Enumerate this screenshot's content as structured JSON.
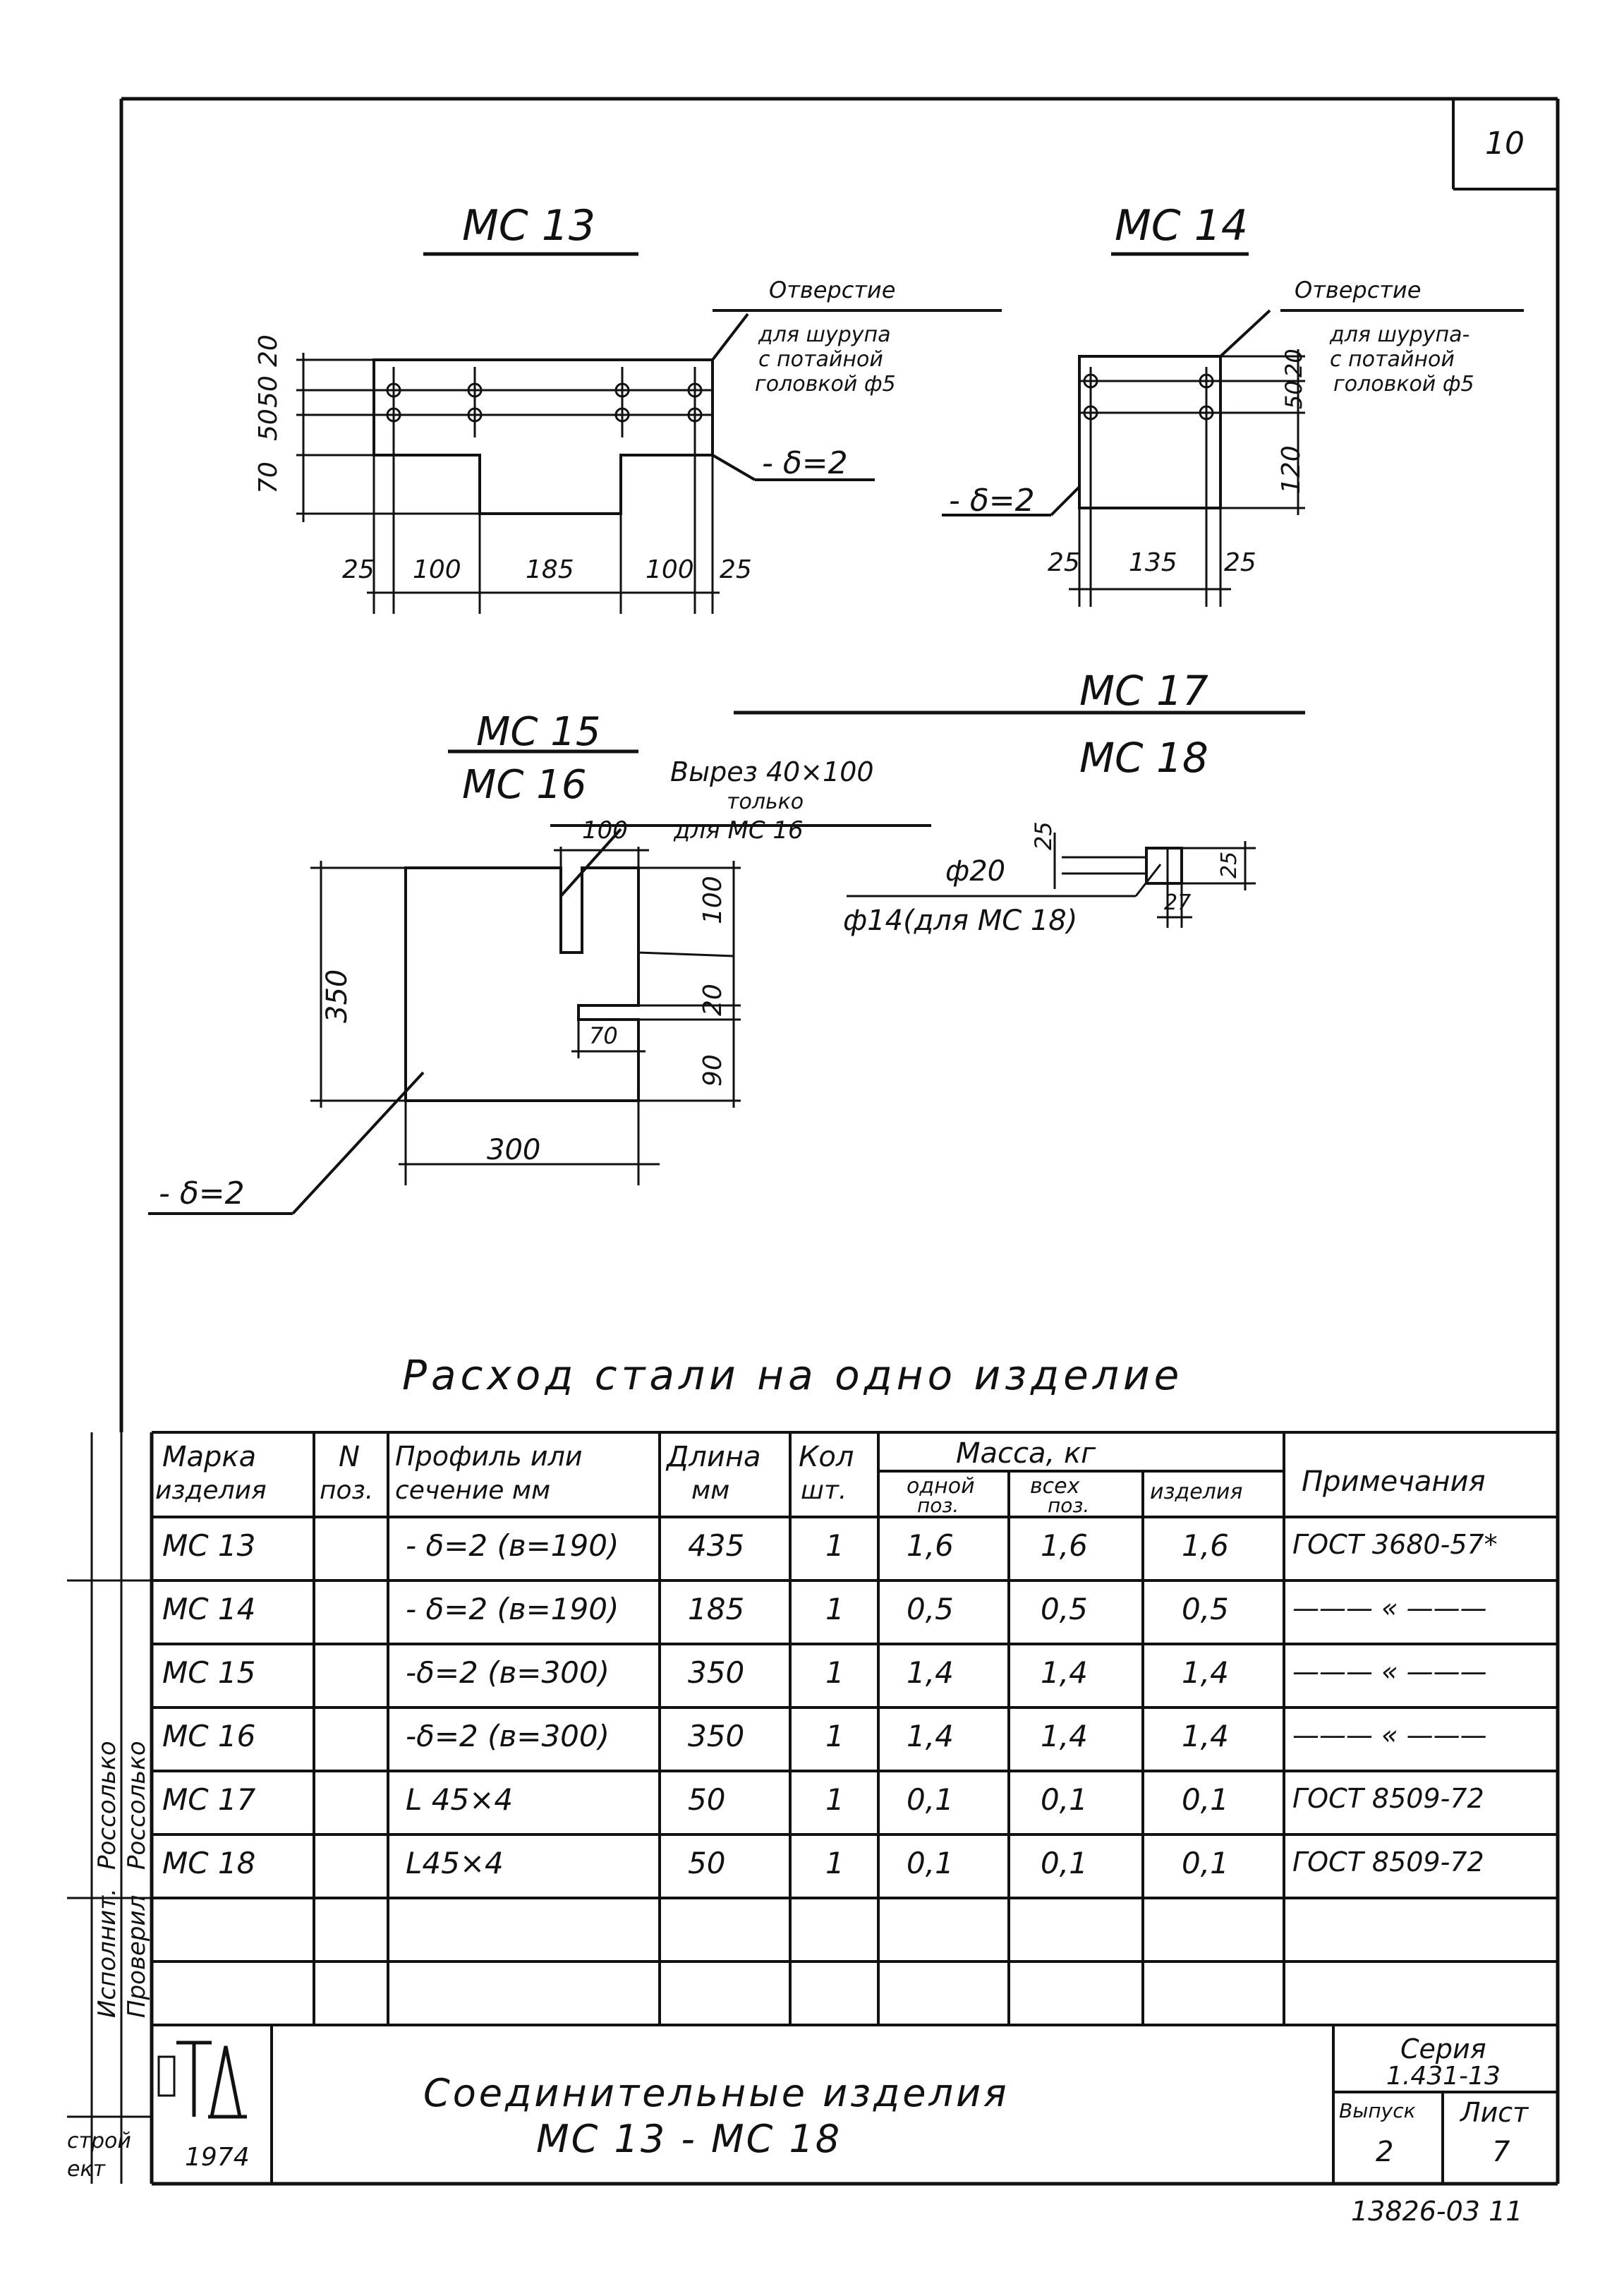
{
  "sheet": {
    "corner_number": "10",
    "bottom_code": "13826-03 11"
  },
  "drawings": {
    "mc13": {
      "title": "МС 13",
      "note_line1": "Отверстие",
      "note_line2": "для шурупа",
      "note_line3": "с потайной",
      "note_line4": "головкой ф5",
      "thickness": "- δ=2",
      "dims_bottom": [
        "25",
        "100",
        "185",
        "100",
        "25"
      ],
      "dims_left": [
        "70",
        "50",
        "50",
        "20"
      ]
    },
    "mc14": {
      "title": "МС 14",
      "note_line1": "Отверстие",
      "note_line2": "для шурупа-",
      "note_line3": "с потайной",
      "note_line4": "головкой ф5",
      "thickness": "- δ=2",
      "dims_bottom": [
        "25",
        "135",
        "25"
      ],
      "dims_right": [
        "20",
        "50",
        "120"
      ]
    },
    "mc15": {
      "title_top": "МС 15",
      "title_bottom": "МС 16",
      "cut_note_line1": "Вырез 40×100",
      "cut_note_line2": "только",
      "cut_note_line3": "для МС 16",
      "thickness": "- δ=2",
      "dim_left": "350",
      "dim_bottom": "300",
      "dim_top": "100",
      "dims_right": [
        "100",
        "20",
        "90"
      ],
      "dim_slot": "70"
    },
    "mc17": {
      "title_top": "МС 17",
      "title_bottom": "МС 18",
      "dia1": "ф20",
      "dia2": "ф14(для МС 18)",
      "dim_25": "25",
      "dim_27": "27",
      "dim_side": "25"
    }
  },
  "table": {
    "title": "Расход стали на одно изделие",
    "headers": {
      "mark": [
        "Марка",
        "изделия"
      ],
      "pos": [
        "N",
        "поз."
      ],
      "profile": [
        "Профиль или",
        "сечение мм"
      ],
      "length": [
        "Длина",
        "мм"
      ],
      "qty": [
        "Кол",
        "шт."
      ],
      "mass": "Масса, кг",
      "mass_one": [
        "одной",
        "поз."
      ],
      "mass_all": [
        "всех",
        "поз."
      ],
      "mass_item": "изделия",
      "note": "Примечания"
    },
    "rows": [
      {
        "mark": "МС 13",
        "pos": "",
        "profile": "- δ=2 (в=190)",
        "length": "435",
        "qty": "1",
        "one": "1,6",
        "all": "1,6",
        "item": "1,6",
        "note": "ГОСТ 3680-57*"
      },
      {
        "mark": "МС 14",
        "pos": "",
        "profile": "- δ=2 (в=190)",
        "length": "185",
        "qty": "1",
        "one": "0,5",
        "all": "0,5",
        "item": "0,5",
        "note": "——— « ———"
      },
      {
        "mark": "МС 15",
        "pos": "",
        "profile": "-δ=2 (в=300)",
        "length": "350",
        "qty": "1",
        "one": "1,4",
        "all": "1,4",
        "item": "1,4",
        "note": "——— « ———"
      },
      {
        "mark": "МС 16",
        "pos": "",
        "profile": "-δ=2 (в=300)",
        "length": "350",
        "qty": "1",
        "one": "1,4",
        "all": "1,4",
        "item": "1,4",
        "note": "——— « ———"
      },
      {
        "mark": "МС 17",
        "pos": "",
        "profile": "L 45×4",
        "length": "50",
        "qty": "1",
        "one": "0,1",
        "all": "0,1",
        "item": "0,1",
        "note": "ГОСТ 8509-72"
      },
      {
        "mark": "МС 18",
        "pos": "",
        "profile": "L45×4",
        "length": "50",
        "qty": "1",
        "one": "0,1",
        "all": "0,1",
        "item": "0,1",
        "note": "ГОСТ 8509-72"
      }
    ]
  },
  "title_block": {
    "logo": "ТД",
    "year": "1974",
    "name_line1": "Соединительные изделия",
    "name_line2": "МС 13 - МС 18",
    "series_label": "Серия",
    "series_value": "1.431-13",
    "issue_label": "Выпуск",
    "issue_value": "2",
    "sheet_label": "Лист",
    "sheet_value": "7"
  },
  "side_stamp": {
    "col1_top": "Исполнит.",
    "col1_mid": "Россолько",
    "col2_top": "Проверил",
    "col2_mid": "Россолько",
    "org_line1": "строй",
    "org_line2": "ект"
  }
}
